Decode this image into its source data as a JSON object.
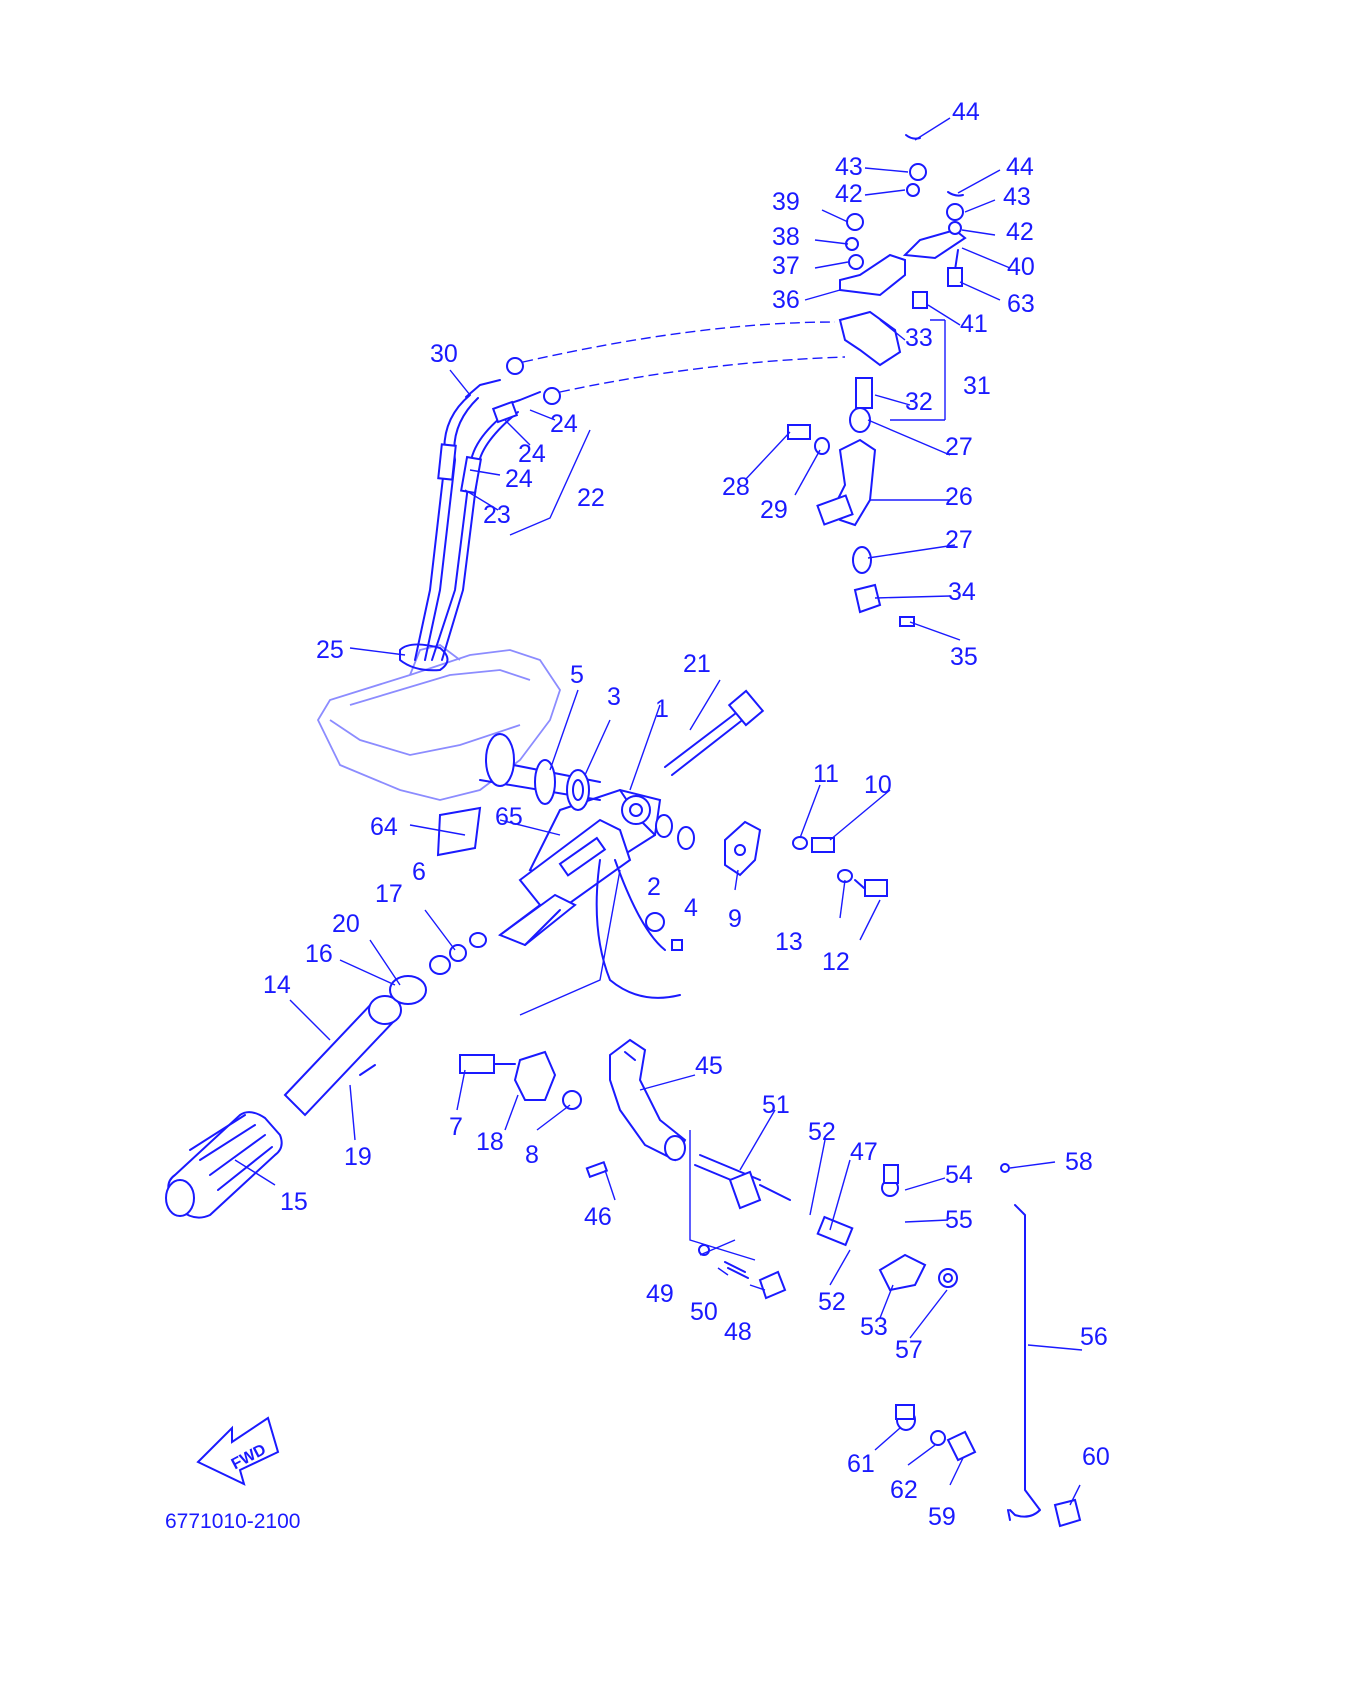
{
  "diagram": {
    "drawing_number": "6771010-2100",
    "direction_arrow_label": "FWD",
    "line_color": "#1a1aff",
    "callouts": [
      "1",
      "2",
      "3",
      "4",
      "5",
      "6",
      "7",
      "8",
      "9",
      "10",
      "11",
      "12",
      "13",
      "14",
      "15",
      "16",
      "17",
      "18",
      "19",
      "20",
      "21",
      "22",
      "23",
      "24",
      "24",
      "24",
      "25",
      "26",
      "27",
      "27",
      "28",
      "29",
      "30",
      "31",
      "32",
      "33",
      "34",
      "35",
      "36",
      "37",
      "38",
      "39",
      "40",
      "41",
      "42",
      "42",
      "43",
      "43",
      "44",
      "44",
      "45",
      "46",
      "47",
      "48",
      "49",
      "50",
      "51",
      "52",
      "52",
      "53",
      "54",
      "55",
      "56",
      "57",
      "58",
      "59",
      "60",
      "61",
      "62",
      "63",
      "64",
      "65"
    ]
  }
}
